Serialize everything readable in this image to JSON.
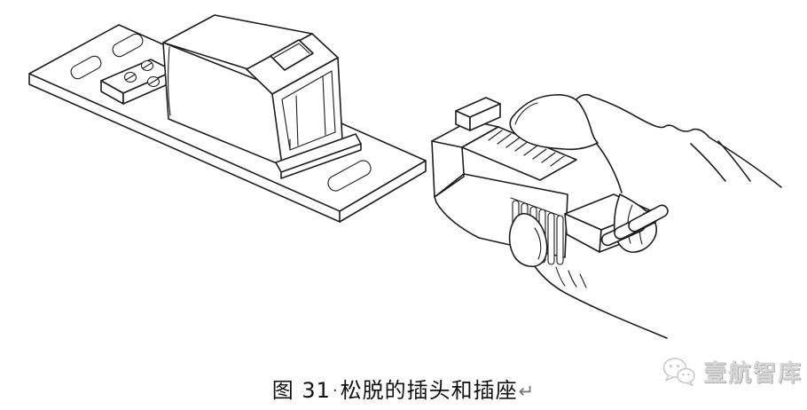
{
  "page": {
    "background_color": "#ffffff",
    "line_color": "#1d1d1d"
  },
  "figure": {
    "description": "Line illustration of a hand holding a loose connector plug beside its socket mounted on a slotted base plate",
    "caption": {
      "figure_label": "图 31",
      "separator": "·",
      "title": "松脱的插头和插座",
      "paragraph_mark": "↵"
    }
  },
  "watermark": {
    "icon": "wechat-chat-bubbles-icon",
    "text": "壹航智库",
    "text_color": "#d7d7d7"
  }
}
